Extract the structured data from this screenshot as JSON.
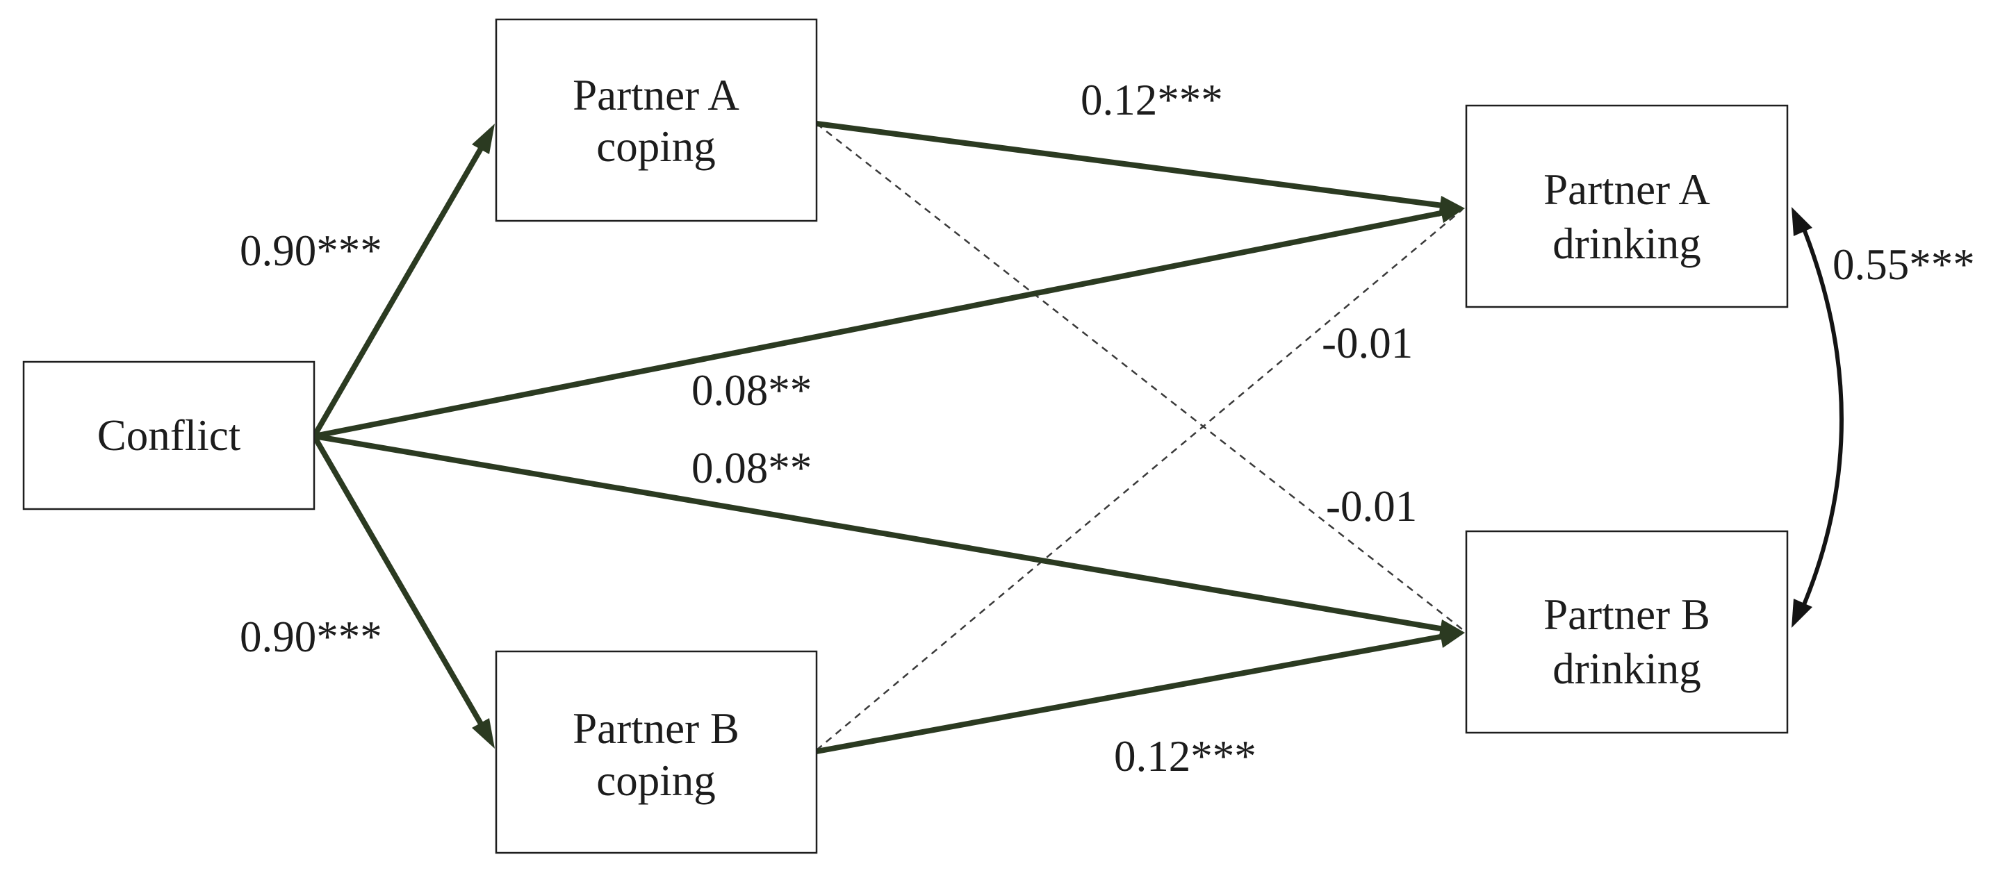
{
  "nodes": {
    "conflict": {
      "label": "Conflict"
    },
    "a_coping": {
      "line1": "Partner A",
      "line2": "coping"
    },
    "b_coping": {
      "line1": "Partner B",
      "line2": "coping"
    },
    "a_drinking": {
      "line1": "Partner A",
      "line2": "drinking"
    },
    "b_drinking": {
      "line1": "Partner B",
      "line2": "drinking"
    }
  },
  "paths": {
    "conflict_to_a_coping": "0.90***",
    "conflict_to_b_coping": "0.90***",
    "a_coping_to_a_drinking": "0.12***",
    "b_coping_to_b_drinking": "0.12***",
    "conflict_to_a_drinking": "0.08**",
    "conflict_to_b_drinking": "0.08**",
    "b_coping_to_a_drinking": "-0.01",
    "a_coping_to_b_drinking": "-0.01",
    "drinking_covariance": "0.55***"
  },
  "colors": {
    "path_stroke": "#2b3a21",
    "dashed_stroke": "#3a3a3a",
    "box_stroke": "#1e1e1e"
  }
}
